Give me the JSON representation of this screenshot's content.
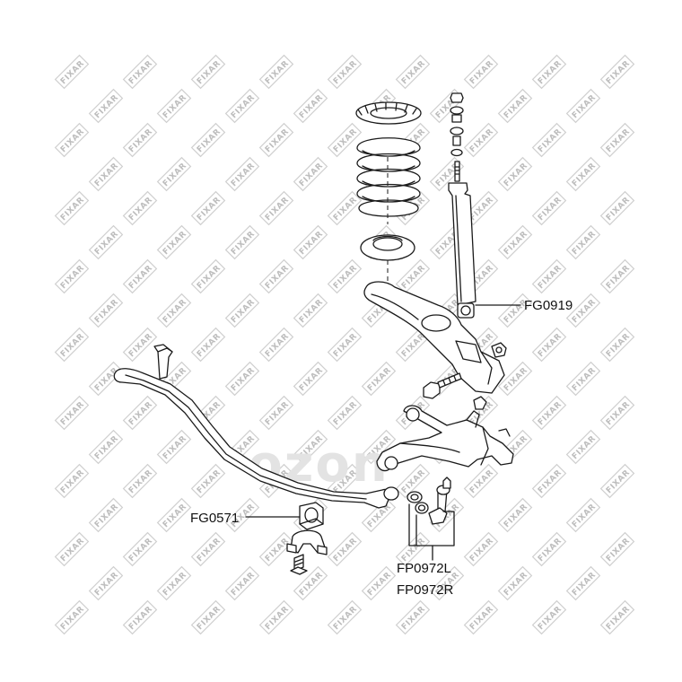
{
  "watermark": {
    "text": "FIXAR"
  },
  "brand_watermark": "ozon",
  "labels": {
    "shock_absorber": "FG0919",
    "stabilizer_bushing": "FG0571",
    "link_left": "FP0972L",
    "link_right": "FP0972R"
  }
}
